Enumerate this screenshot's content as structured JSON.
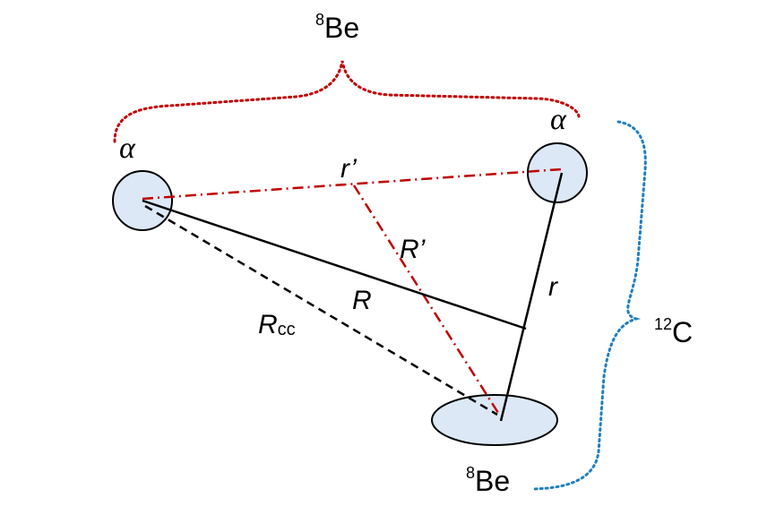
{
  "labels": {
    "top_be": {
      "sup": "8",
      "main": "Be"
    },
    "alpha_left": "α",
    "alpha_right": "α",
    "r_prime": "r’",
    "R_prime": "R’",
    "R": "R",
    "r": "r",
    "Rcc": {
      "main": "R",
      "sub": "cc"
    },
    "bottom_be": {
      "sup": "8",
      "main": "Be"
    },
    "c12": {
      "sup": "12",
      "main": "C"
    }
  },
  "colors": {
    "particle_fill": "#dce8f6",
    "particle_stroke": "#000000",
    "red_line": "#c00000",
    "blue_brace": "#1f7fc0",
    "black_line": "#000000"
  }
}
